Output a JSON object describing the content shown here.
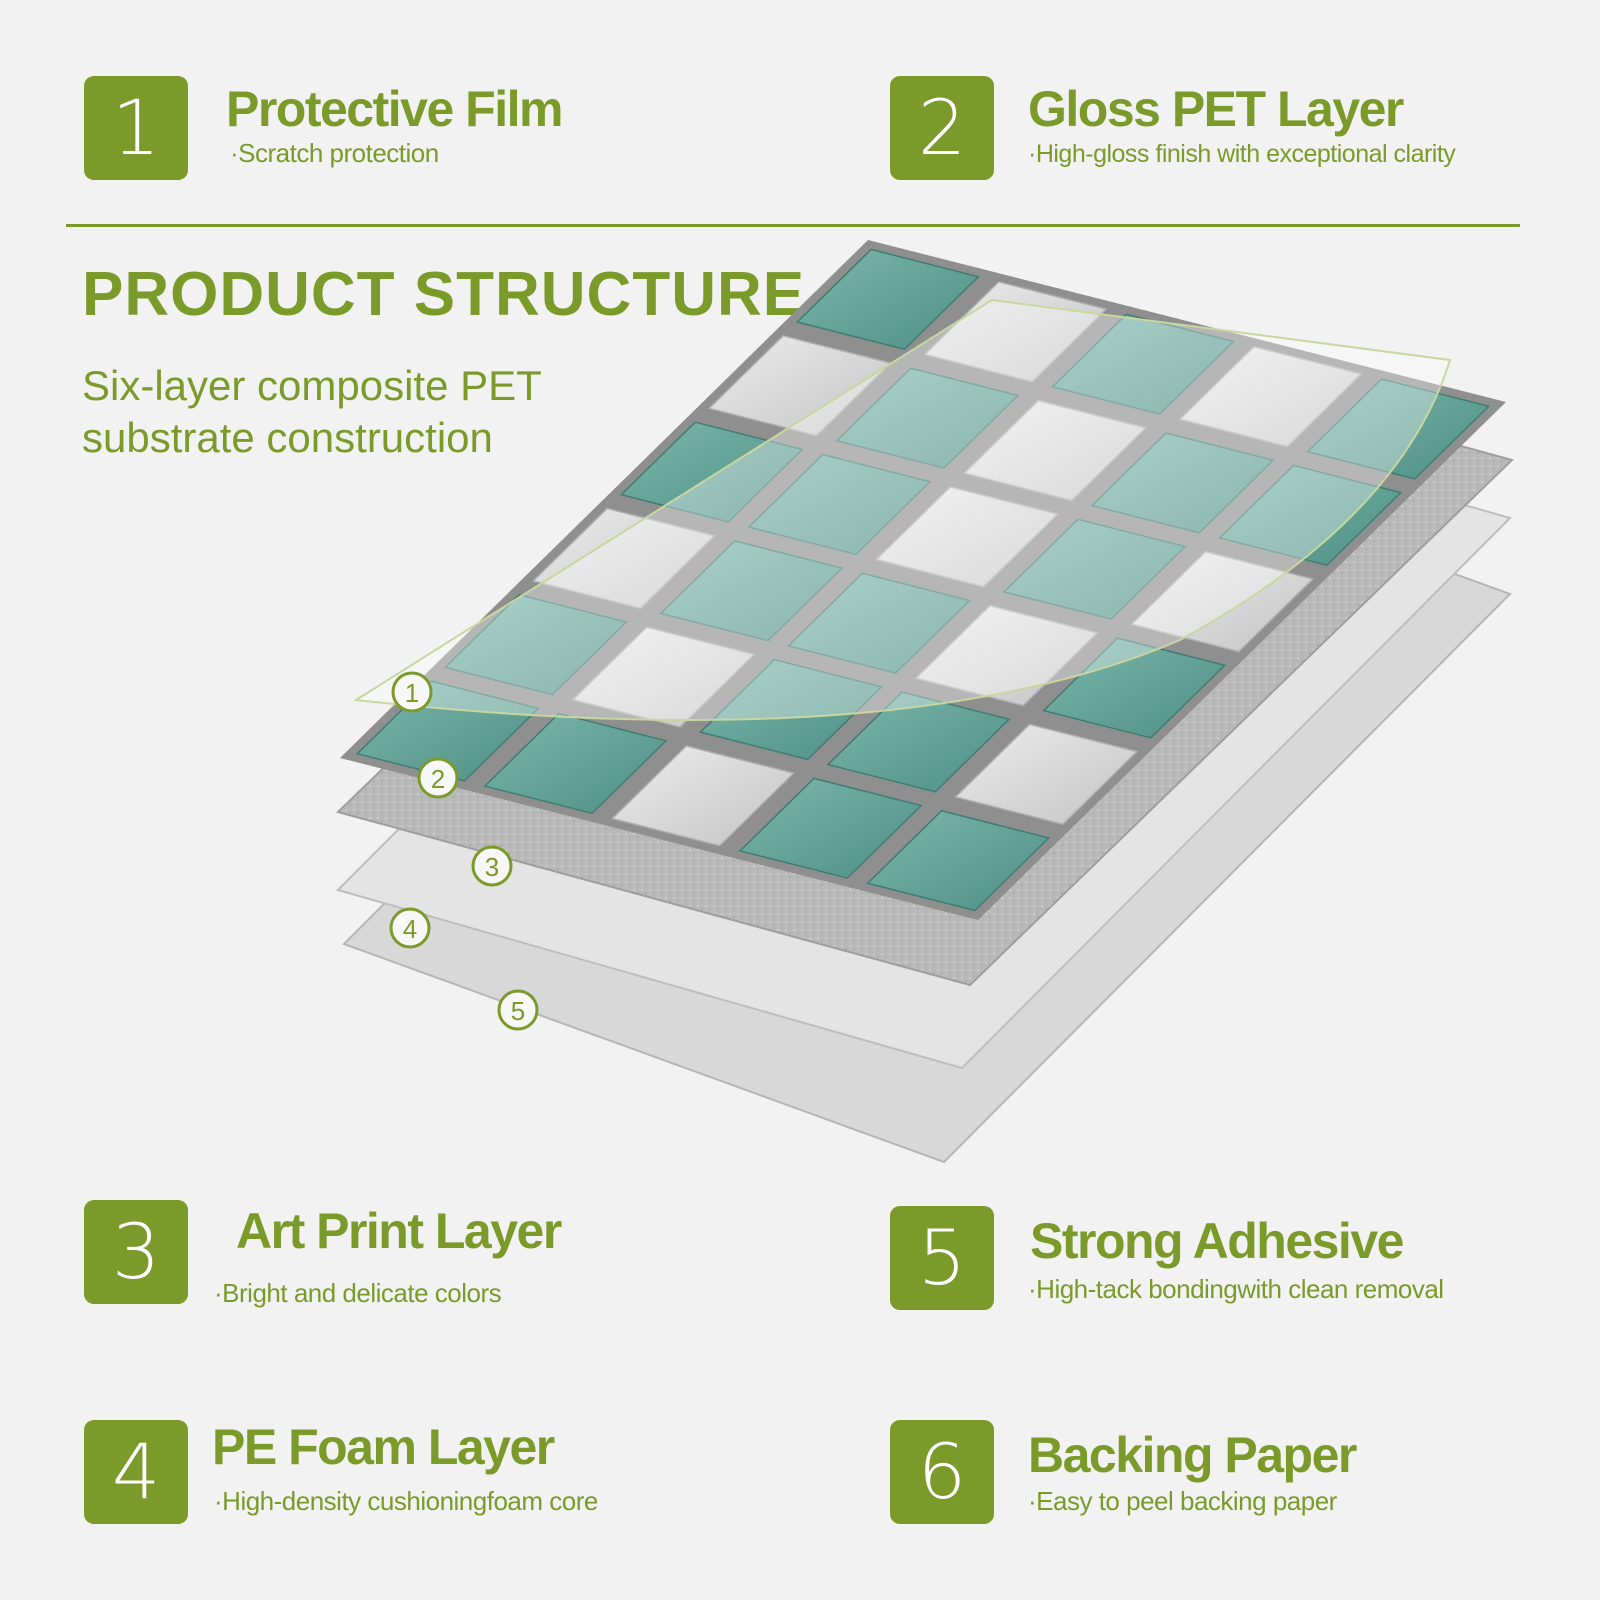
{
  "features": [
    {
      "number": "1",
      "title": "Protective Film",
      "desc": "Scratch protection"
    },
    {
      "number": "2",
      "title": "Gloss PET Layer",
      "desc": "High-gloss finish with exceptional clarity"
    },
    {
      "number": "3",
      "title": "Art Print Layer",
      "desc": "Bright and delicate colors"
    },
    {
      "number": "4",
      "title": "PE Foam Layer",
      "desc": "High-density cushioningfoam core"
    },
    {
      "number": "5",
      "title": "Strong Adhesive",
      "desc": "High-tack bondingwith clean removal"
    },
    {
      "number": "6",
      "title": "Backing Paper",
      "desc": "Easy to peel backing paper"
    }
  ],
  "section": {
    "title": "PRODUCT STRUCTURE",
    "subtitle": "Six-layer composite PET substrate construction"
  },
  "callouts": [
    "1",
    "2",
    "3",
    "4",
    "5"
  ],
  "colors": {
    "accent": "#7a9a2a",
    "background": "#f2f2f2",
    "tile_green": "#5e9e92",
    "tile_grey": "#cfcfcf"
  }
}
